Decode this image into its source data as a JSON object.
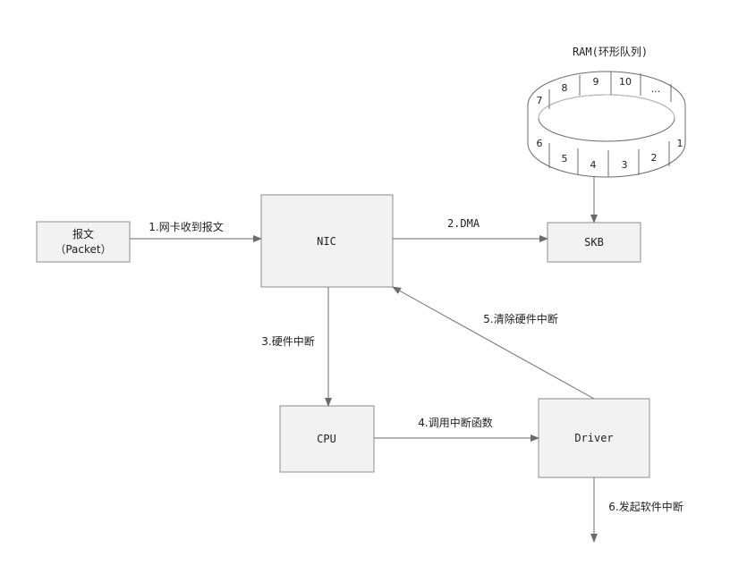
{
  "nodes": {
    "packet": {
      "line1": "报文",
      "line2": "（Packet）"
    },
    "nic": "NIC",
    "skb": "SKB",
    "cpu": "CPU",
    "driver": "Driver"
  },
  "ram": {
    "title": "RAM(环形队列)",
    "cells": [
      "1",
      "2",
      "3",
      "4",
      "5",
      "6",
      "7",
      "8",
      "9",
      "10",
      "..."
    ]
  },
  "edges": {
    "receive": "1.网卡收到报文",
    "dma": "2.DMA",
    "hw_interrupt": "3.硬件中断",
    "call_handler": "4.调用中断函数",
    "clear_interrupt": "5.清除硬件中断",
    "soft_interrupt": "6.发起软件中断"
  }
}
